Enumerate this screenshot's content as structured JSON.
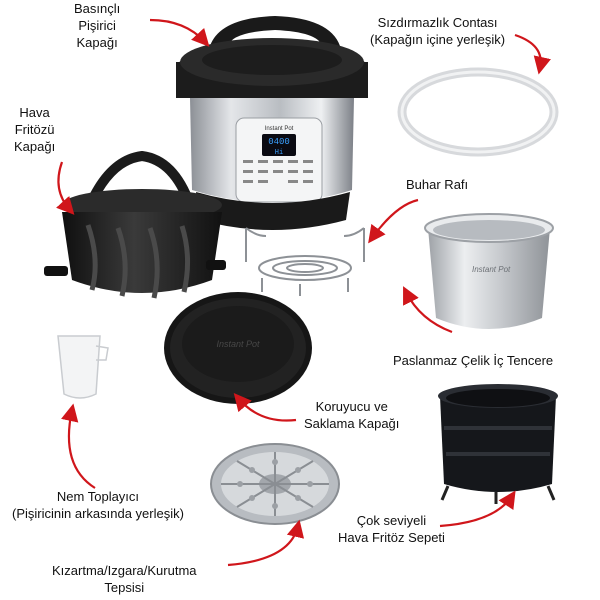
{
  "labels": {
    "pressure_lid": [
      "Basınçlı",
      "Pişirici",
      "Kapağı"
    ],
    "seal": [
      "Sızdırmazlık Contası",
      "(Kapağın içine yerleşik)"
    ],
    "air_fryer_lid": [
      "Hava",
      "Fritözü",
      "Kapağı"
    ],
    "steam_rack": "Buhar Rafı",
    "inner_pot": "Paslanmaz Çelik İç Tencere",
    "protective_lid": [
      "Koruyucu ve",
      "Saklama Kapağı"
    ],
    "condensation": [
      "Nem Toplayıcı",
      "(Pişiricinin arkasında yerleşik)"
    ],
    "basket": [
      "Çok seviyeli",
      "Hava Fritöz Sepeti"
    ],
    "tray": [
      "Kızartma/Izgara/Kurutma",
      "Tepsisi"
    ]
  },
  "product": {
    "brand": "Instant Pot",
    "display_time": "0400",
    "display_mode": "Hi"
  },
  "colors": {
    "arrow": "#d0161b",
    "appliance_black": "#1c1c1c",
    "steel": "#c9ccd0",
    "display_blue": "#3aa0ff"
  }
}
